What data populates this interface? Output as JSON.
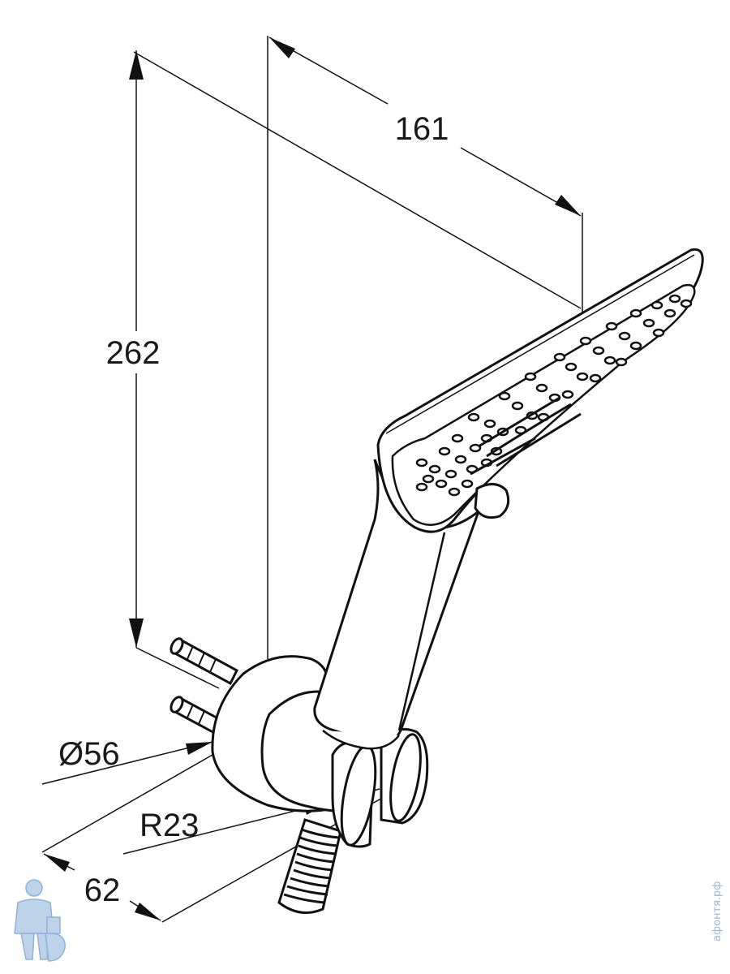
{
  "dimensions": {
    "height": "262",
    "depth": "161",
    "diameter": "Ø56",
    "radius": "R23",
    "wall_offset": "62"
  },
  "watermark": {
    "text": "афонтя.рф"
  },
  "colors": {
    "line": "#111111",
    "watermark": "#9ab8d8",
    "background": "#ffffff"
  }
}
